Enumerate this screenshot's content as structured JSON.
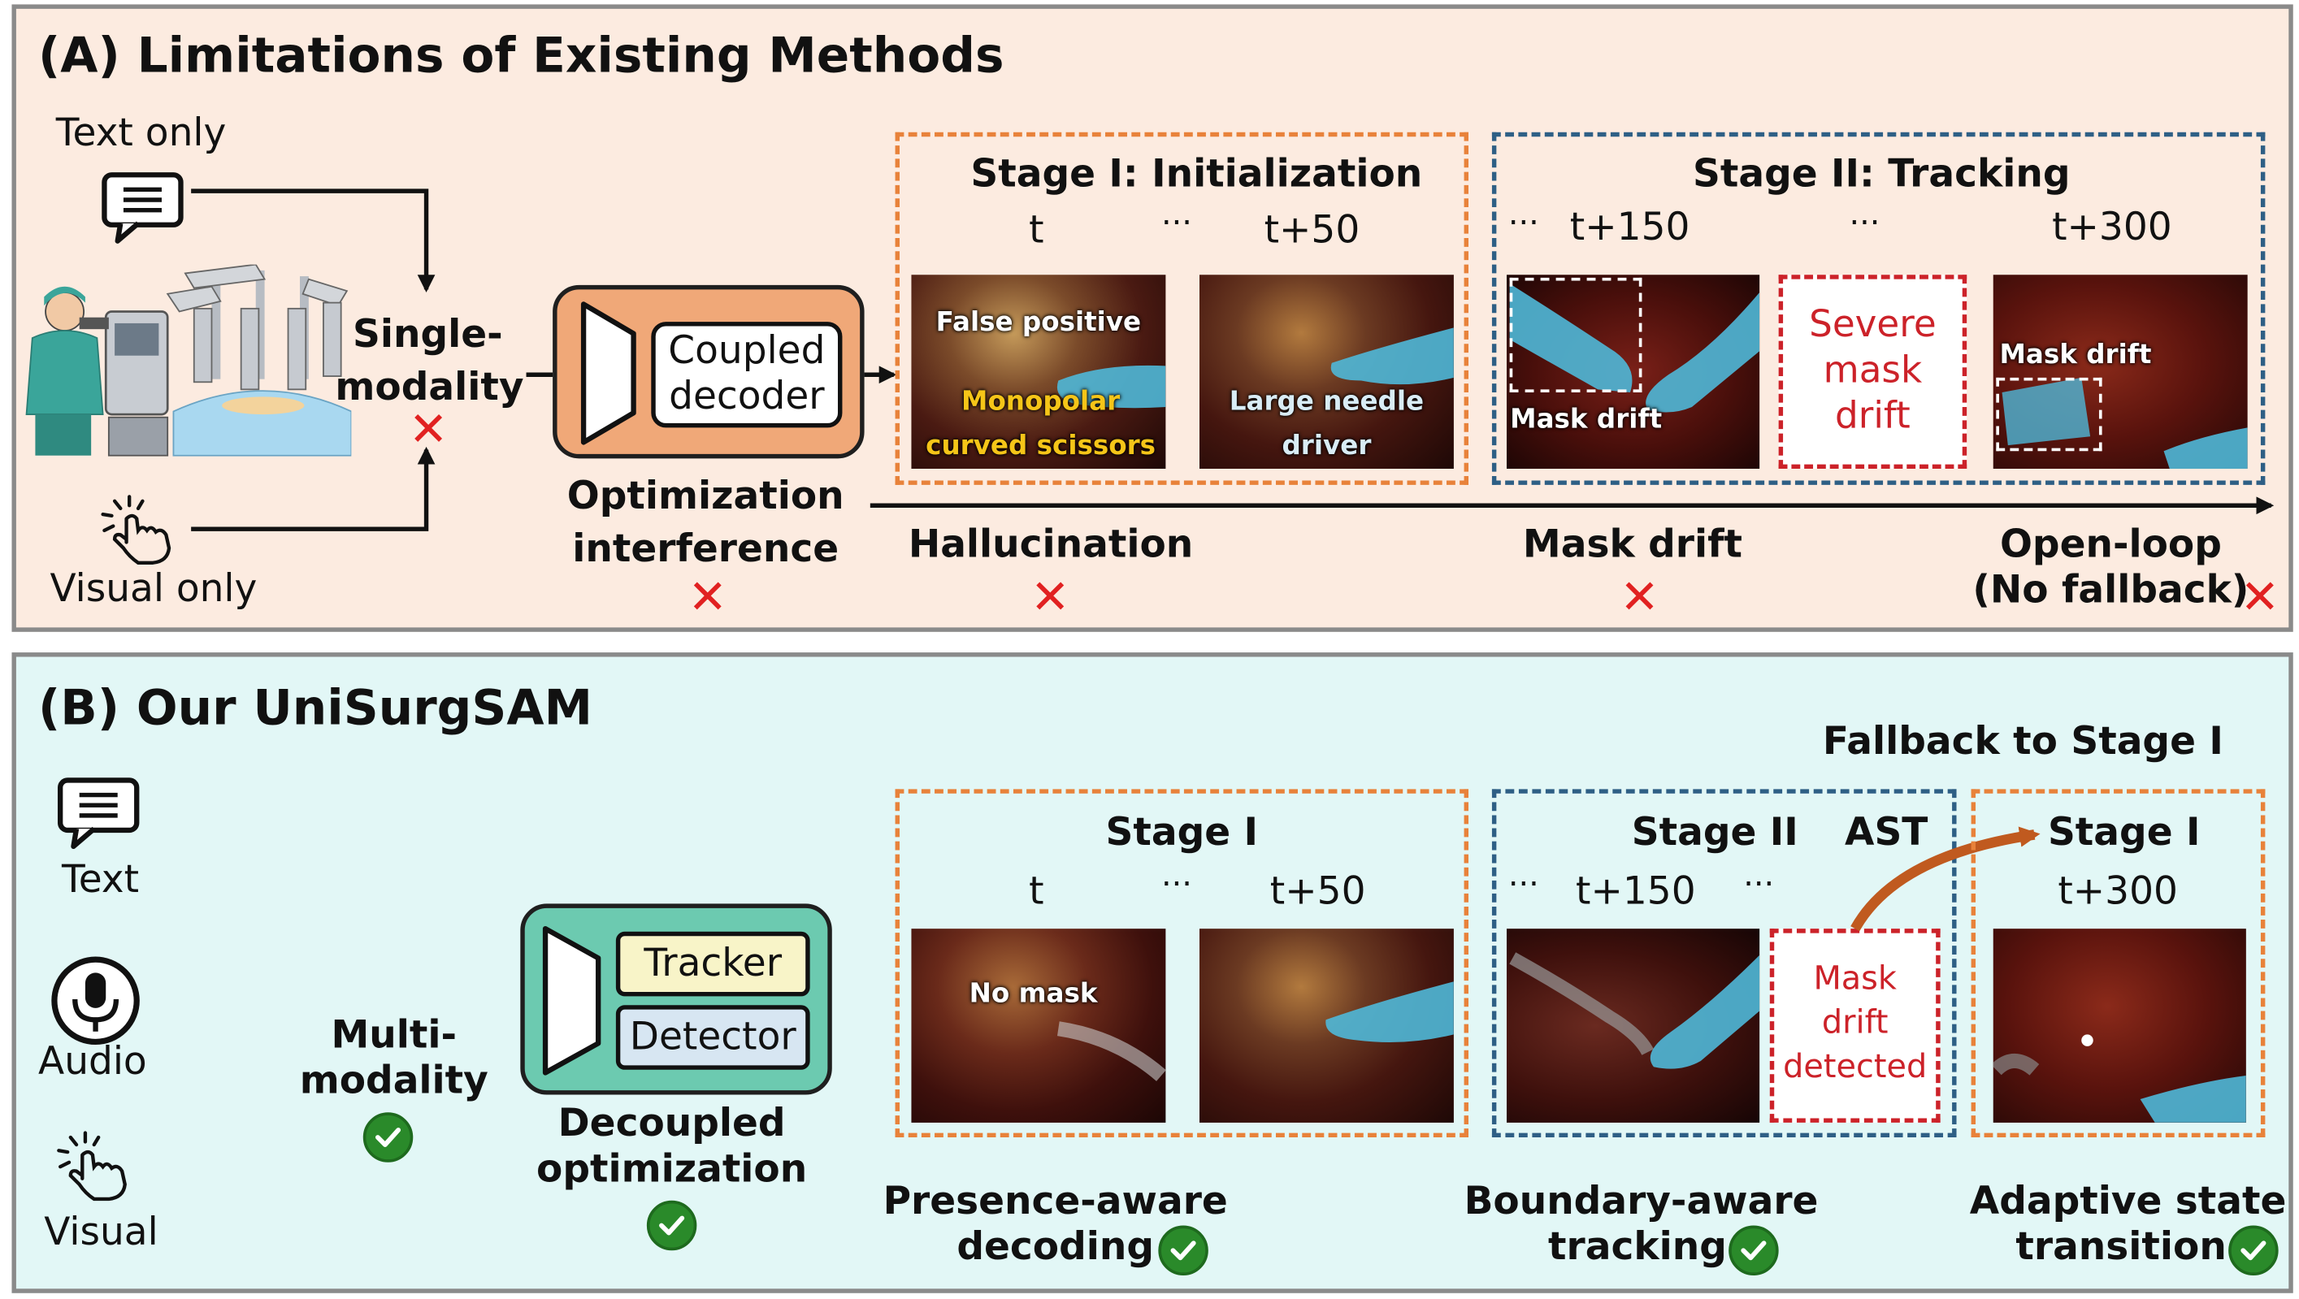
{
  "panelA": {
    "title": "(A) Limitations of Existing Methods",
    "text_only": "Text only",
    "visual_only": "Visual only",
    "single_modality": "Single-\nmodality",
    "coupled_decoder": "Coupled\ndecoder",
    "optimization_interference": "Optimization\ninterference",
    "stage1_title": "Stage I: Initialization",
    "stage2_title": "Stage II: Tracking",
    "t": "t",
    "ellipsis": "···",
    "t50": "t+50",
    "t150": "t+150",
    "t300": "t+300",
    "false_positive": "False positive",
    "monopolar": "Monopolar\ncurved scissors",
    "large_needle": "Large needle\ndriver",
    "mask_drift": "Mask drift",
    "severe_mask_drift": "Severe\nmask\ndrift",
    "hallucination": "Hallucination",
    "mask_drift_label": "Mask drift",
    "open_loop": "Open-loop\n(No fallback)"
  },
  "panelB": {
    "title": "(B) Our UniSurgSAM",
    "text": "Text",
    "audio": "Audio",
    "visual": "Visual",
    "multi_modality": "Multi-\nmodality",
    "tracker": "Tracker",
    "detector": "Detector",
    "decoupled": "Decoupled\noptimization",
    "stage1": "Stage I",
    "stage2": "Stage II",
    "ast": "AST",
    "fallback": "Fallback to Stage I",
    "t": "t",
    "ellipsis": "···",
    "t50": "t+50",
    "t150": "t+150",
    "t300": "t+300",
    "no_mask": "No mask",
    "mask_drift_detected": "Mask\ndrift\ndetected",
    "presence_aware": "Presence-aware\ndecoding",
    "boundary_aware": "Boundary-aware\ntracking",
    "adaptive_state": "Adaptive state\ntransition"
  },
  "colors": {
    "panelA_bg": "#fcebe0",
    "panelB_bg": "#e2f7f6",
    "orange_box": "#f0a878",
    "teal_box": "#6ccab0",
    "orange_dash": "#e8823a",
    "blue_dash": "#2e5f85",
    "red": "#cc2229",
    "check_green": "#2a8a2a",
    "tool_blue": "#4fb8d8"
  },
  "icons": [
    "speech-bubble-icon",
    "tap-hand-icon",
    "microphone-icon",
    "surgical-robot-icon",
    "check-icon",
    "cross-icon",
    "switch-icon"
  ]
}
